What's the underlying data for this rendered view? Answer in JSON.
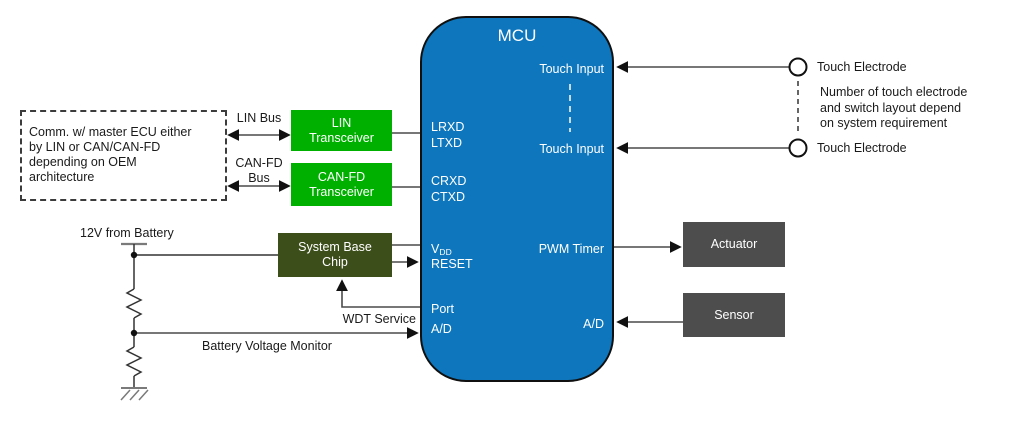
{
  "colors": {
    "mcu_fill": "#0E76BC",
    "transceiver_fill": "#00B000",
    "system_base_chip_fill": "#3C4E1A",
    "peripheral_fill": "#4D4D4D",
    "wire": "#4A4A4A"
  },
  "mcu": {
    "title": "MCU",
    "pins": {
      "lrxd": "LRXD",
      "ltxd": "LTXD",
      "crxd": "CRXD",
      "ctxd": "CTXD",
      "vdd_base": "V",
      "vdd_sub": "DD",
      "reset": "RESET",
      "port": "Port",
      "ad_left": "A/D",
      "touch_input_top": "Touch Input",
      "touch_input_bottom": "Touch Input",
      "pwm_timer": "PWM Timer",
      "ad_right": "A/D"
    }
  },
  "blocks": {
    "lin_transceiver": "LIN\nTransceiver",
    "canfd_transceiver": "CAN-FD\nTransceiver",
    "system_base_chip": "System Base\nChip",
    "actuator": "Actuator",
    "sensor": "Sensor"
  },
  "notes": {
    "comm": "Comm. w/ master ECU either\nby LIN or CAN/CAN-FD\ndepending on OEM\narchitecture",
    "touch": "Number of touch electrode\nand switch layout depend\non system requirement"
  },
  "wire_labels": {
    "lin_bus": "LIN Bus",
    "canfd_bus": "CAN-FD\nBus",
    "battery_12v": "12V from Battery",
    "wdt_service": "WDT Service",
    "battery_voltage_monitor": "Battery Voltage Monitor",
    "touch_electrode_top": "Touch Electrode",
    "touch_electrode_bottom": "Touch Electrode"
  }
}
